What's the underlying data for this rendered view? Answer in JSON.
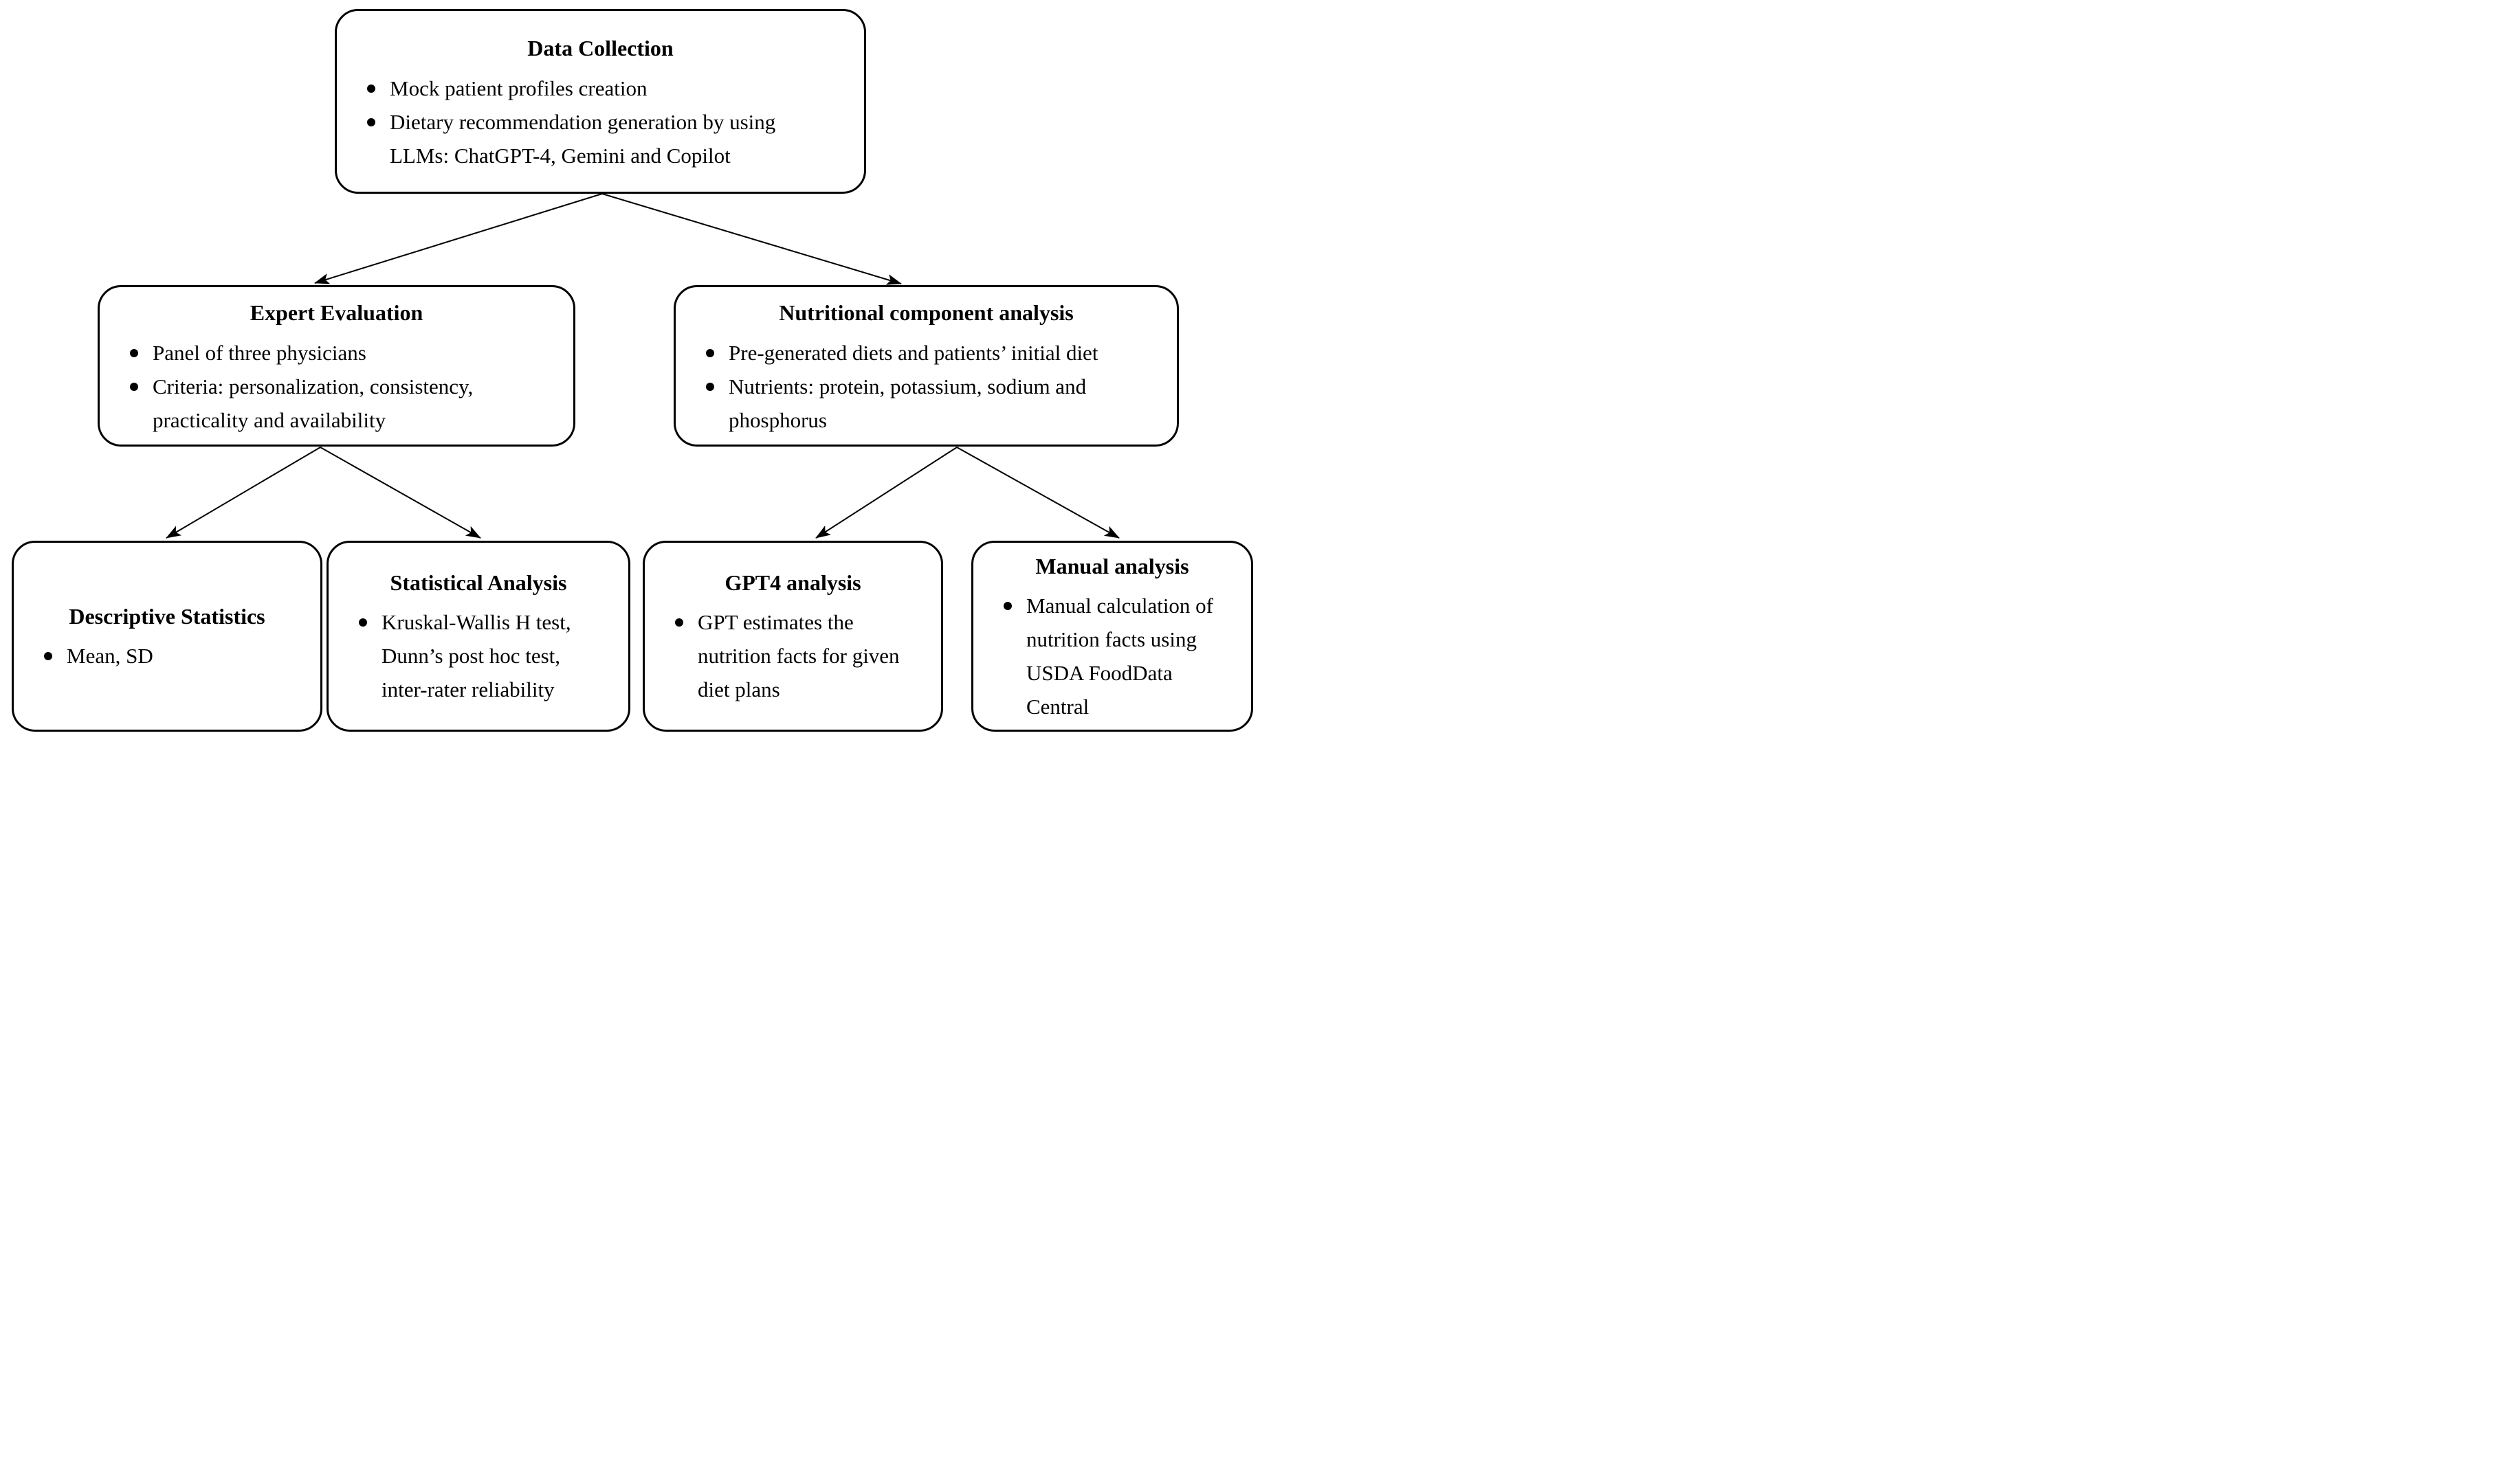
{
  "figure": {
    "type": "flowchart",
    "background_color": "#ffffff",
    "line_color": "#000000",
    "text_color": "#000000"
  },
  "nodes": {
    "data_collection": {
      "title": "Data Collection",
      "bullets": [
        "Mock patient profiles creation",
        "Dietary recommendation generation by using LLMs: ChatGPT-4, Gemini and Copilot"
      ]
    },
    "expert_evaluation": {
      "title": "Expert Evaluation",
      "bullets": [
        "Panel of three physicians",
        "Criteria: personalization, consistency, practicality and availability"
      ]
    },
    "nutritional": {
      "title": "Nutritional component analysis",
      "bullets": [
        "Pre-generated diets and patients’ initial diet",
        "Nutrients: protein, potassium, sodium and phosphorus"
      ]
    },
    "descriptive": {
      "title": "Descriptive Statistics",
      "bullets": [
        "Mean, SD"
      ]
    },
    "statistical": {
      "title": "Statistical Analysis",
      "bullets": [
        "Kruskal-Wallis H test, Dunn’s post hoc test, inter-rater reliability"
      ]
    },
    "gpt4": {
      "title": "GPT4 analysis",
      "bullets": [
        "GPT estimates the nutrition facts for given diet plans"
      ]
    },
    "manual": {
      "title": "Manual analysis",
      "bullets": [
        "Manual calculation of nutrition facts using USDA FoodData Central"
      ]
    }
  },
  "edges": [
    {
      "from": "data_collection",
      "to": "expert_evaluation"
    },
    {
      "from": "data_collection",
      "to": "nutritional"
    },
    {
      "from": "expert_evaluation",
      "to": "descriptive"
    },
    {
      "from": "expert_evaluation",
      "to": "statistical"
    },
    {
      "from": "nutritional",
      "to": "gpt4"
    },
    {
      "from": "nutritional",
      "to": "manual"
    }
  ]
}
